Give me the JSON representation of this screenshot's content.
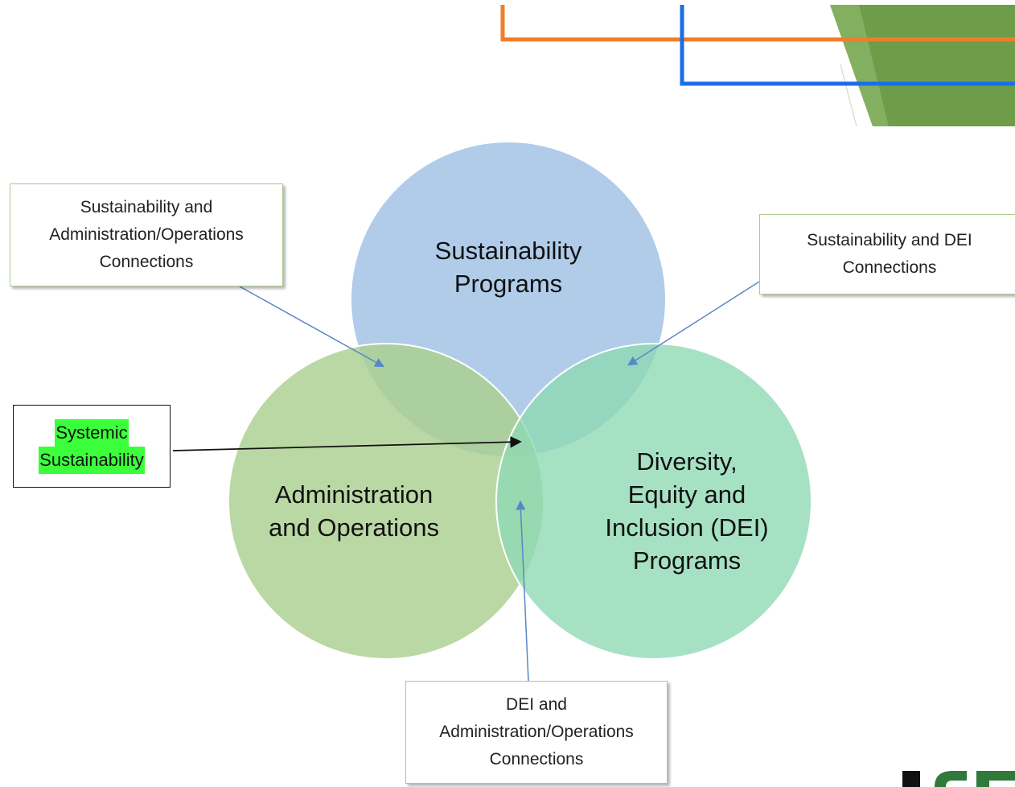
{
  "diagram": {
    "circles": [
      {
        "id": "sustainability",
        "lines": [
          "Sustainability",
          "Programs"
        ],
        "color": "#a5c5e6"
      },
      {
        "id": "admin",
        "lines": [
          "Administration",
          "and Operations"
        ],
        "color": "#abcf90"
      },
      {
        "id": "dei",
        "lines": [
          "Diversity,",
          "Equity and",
          "Inclusion (DEI)",
          "Programs"
        ],
        "color": "#8dd9b4"
      }
    ],
    "callouts": {
      "sus_admin": [
        "Sustainability and",
        "Administration/Operations",
        "Connections"
      ],
      "sus_dei": [
        "Sustainability and DEI",
        "Connections"
      ],
      "dei_admin": [
        "DEI and",
        "Administration/Operations",
        "Connections"
      ],
      "systemic": [
        "Systemic",
        "Sustainability"
      ]
    },
    "colors": {
      "orange_line": "#f07d2a",
      "blue_line": "#1a6ee8",
      "green_banner": "#6e9d4a",
      "arrow_blue": "#5b86c6",
      "highlight": "#3bff3b",
      "callout_border": "#a9c98b"
    }
  }
}
